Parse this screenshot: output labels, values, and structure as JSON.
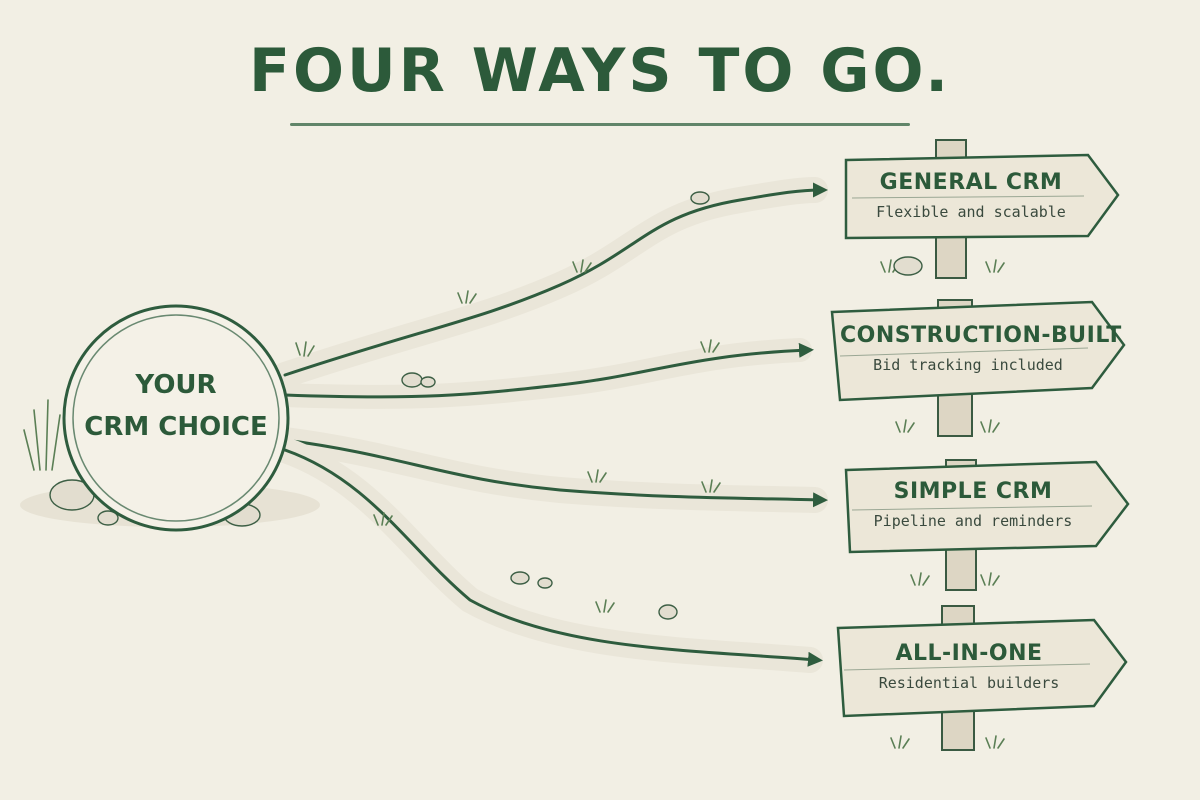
{
  "title": "FOUR WAYS TO GO.",
  "hub": {
    "line1": "YOUR",
    "line2": "CRM CHOICE"
  },
  "signs": [
    {
      "title": "GENERAL CRM",
      "subtitle": "Flexible and scalable"
    },
    {
      "title": "CONSTRUCTION-BUILT",
      "subtitle": "Bid tracking included"
    },
    {
      "title": "SIMPLE CRM",
      "subtitle": "Pipeline and reminders"
    },
    {
      "title": "ALL-IN-ONE",
      "subtitle": "Residential builders"
    }
  ],
  "colors": {
    "ink": "#2c5a3a",
    "paper": "#f2efe4",
    "wood": "#ece7d8",
    "path": "#e9e5d8",
    "grass": "#5b7f55"
  }
}
